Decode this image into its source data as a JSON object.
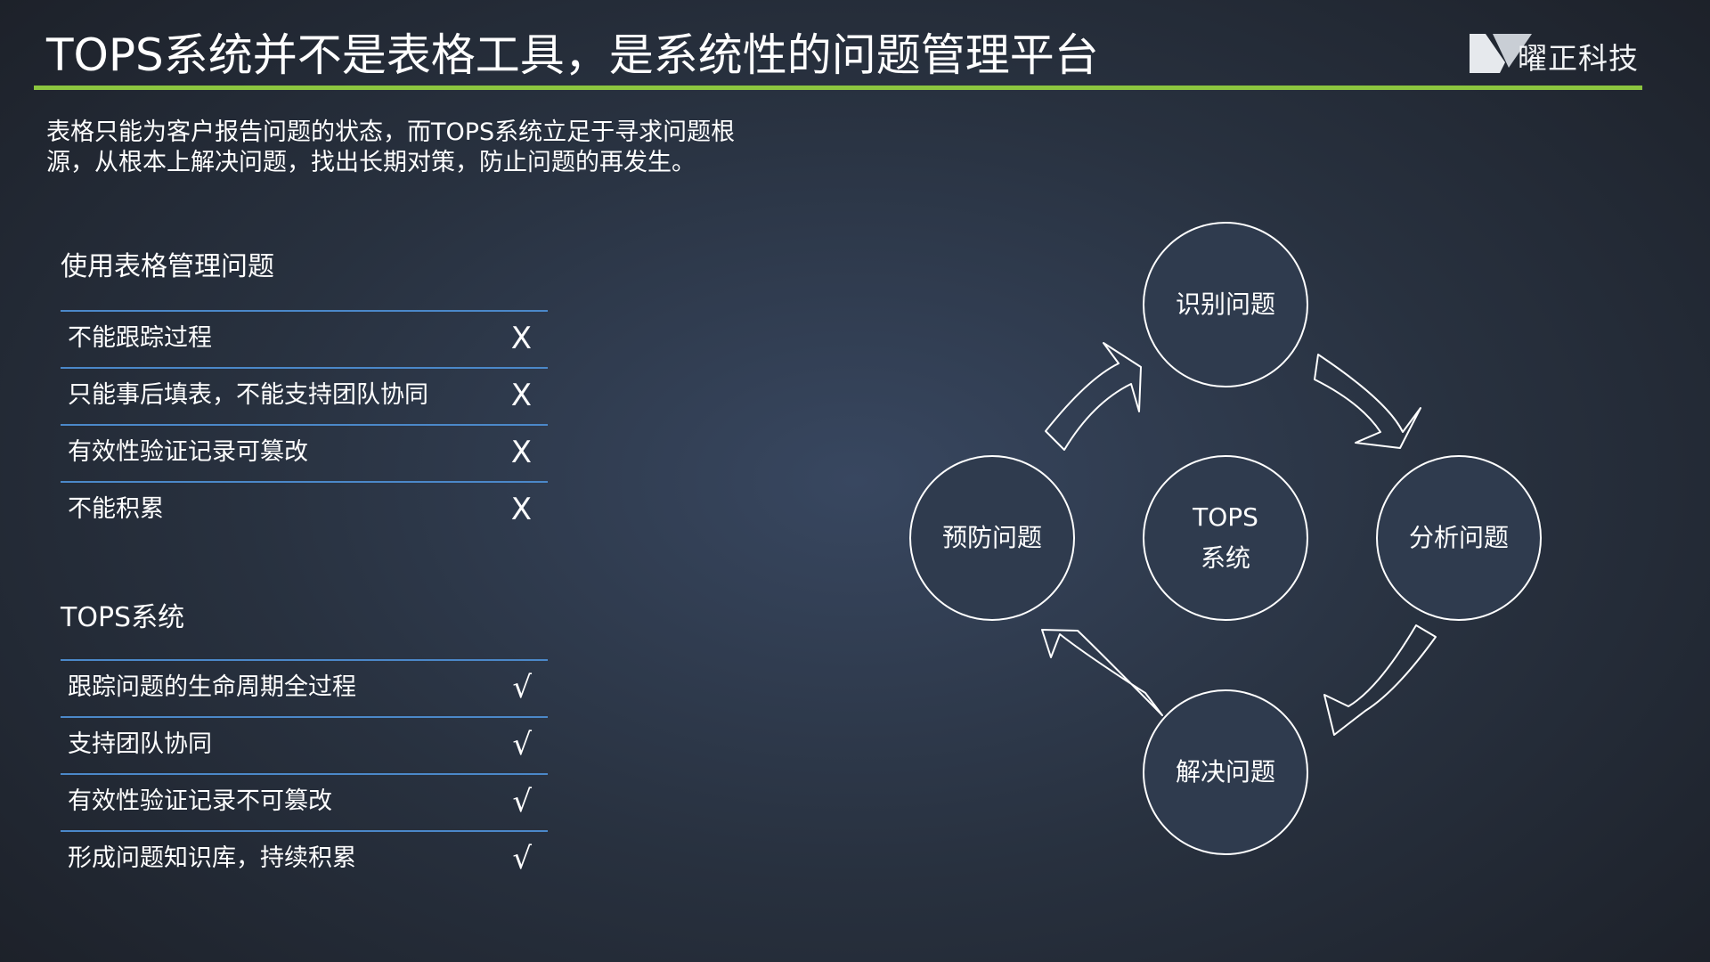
{
  "header": {
    "title": "TOPS系统并不是表格工具，是系统性的问题管理平台",
    "logo_text": "曜正科技"
  },
  "intro": "表格只能为客户报告问题的状态，而TOPS系统立足于寻求问题根源，从根本上解决问题，找出长期对策，防止问题的再发生。",
  "spreadsheet": {
    "title": "使用表格管理问题",
    "items": [
      {
        "label": "不能跟踪过程",
        "mark": "X"
      },
      {
        "label": "只能事后填表，不能支持团队协同",
        "mark": "X"
      },
      {
        "label": "有效性验证记录可篡改",
        "mark": "X"
      },
      {
        "label": "不能积累",
        "mark": "X"
      }
    ]
  },
  "tops": {
    "title": "TOPS系统",
    "items": [
      {
        "label": "跟踪问题的生命周期全过程",
        "mark": "√"
      },
      {
        "label": "支持团队协同",
        "mark": "√"
      },
      {
        "label": "有效性验证记录不可篡改",
        "mark": "√"
      },
      {
        "label": "形成问题知识库，持续积累",
        "mark": "√"
      }
    ]
  },
  "cycle": {
    "center_line1": "TOPS",
    "center_line2": "系统",
    "identify": "识别问题",
    "analyze": "分析问题",
    "solve": "解决问题",
    "prevent": "预防问题"
  },
  "colors": {
    "accent_green": "#8cc63f",
    "divider_blue": "#4b88c9",
    "node_fill": "#2f3b4e"
  }
}
